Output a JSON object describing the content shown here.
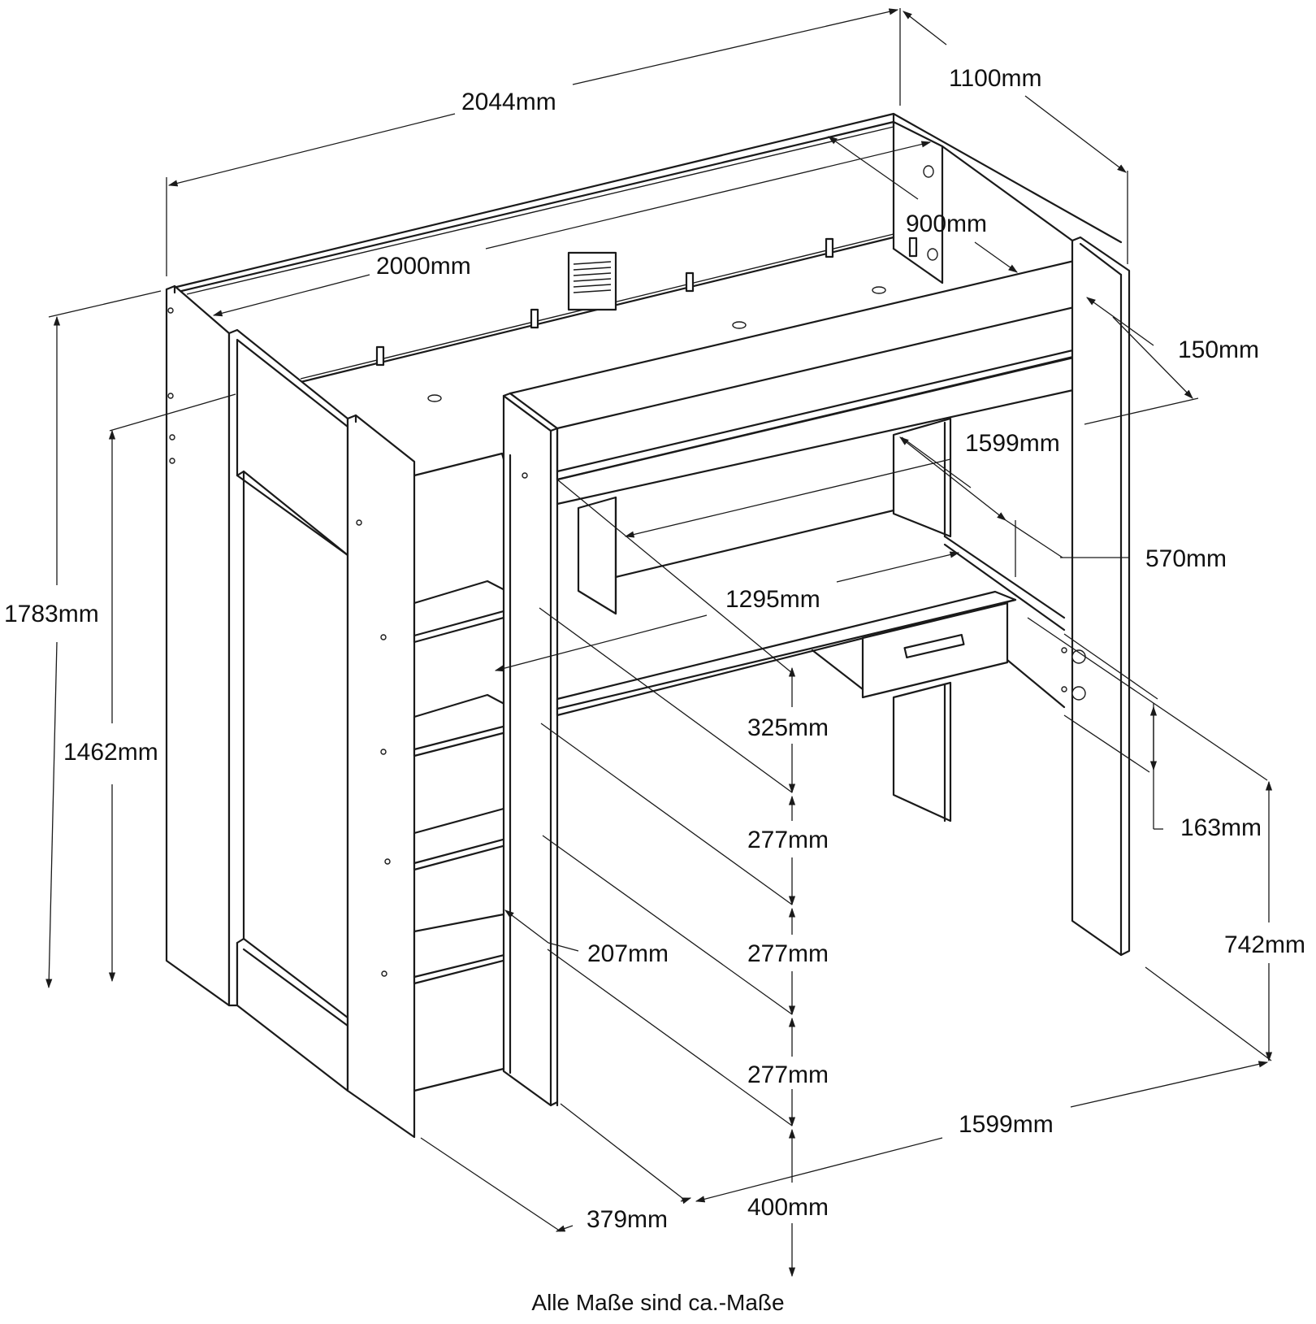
{
  "dimensions": {
    "overall_length": "2044mm",
    "overall_depth": "1100mm",
    "mattress_width": "900mm",
    "mattress_length": "2000mm",
    "guard_rail_height": "150mm",
    "desk_width_upper": "1599mm",
    "desk_depth": "570mm",
    "desk_width_lower": "1295mm",
    "overall_height": "1783mm",
    "wardrobe_height": "1462mm",
    "step_1": "325mm",
    "step_2": "277mm",
    "step_3": "277mm",
    "step_4": "277mm",
    "step_bottom": "400mm",
    "step_depth": "207mm",
    "drawer_height": "163mm",
    "desk_height": "742mm",
    "base_width": "1599mm",
    "ladder_depth": "379mm"
  },
  "footnote": "Alle Maße sind ca.-Maße"
}
